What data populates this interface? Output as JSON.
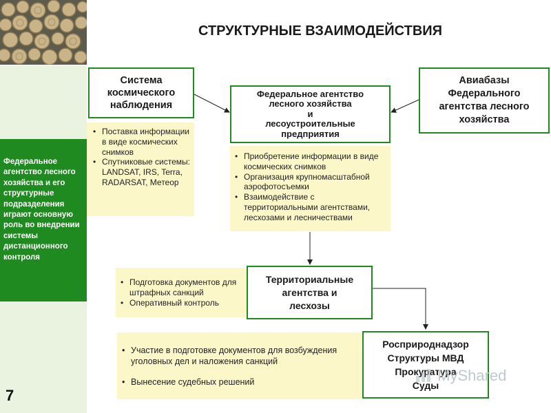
{
  "title": "СТРУКТУРНЫЕ ВЗАИМОДЕЙСТВИЯ",
  "page_number": "7",
  "left_panel": {
    "text": "Федеральное агентство лесного хозяйства и его структурные подразделения играют основную роль во внедрении системы дистанционного контроля"
  },
  "boxes": {
    "space": [
      "Система",
      "космического",
      "наблюдения"
    ],
    "federal": [
      "Федеральное агентство",
      "лесного хозяйства",
      "и",
      "лесоустроительные",
      "предприятия"
    ],
    "avia": [
      "Авиабазы",
      "Федерального",
      "агентства лесного",
      "хозяйства"
    ],
    "territorial": [
      "Территориальные",
      "агентства и",
      "лесхозы"
    ],
    "rosprirod": [
      "Росприроднадзор",
      "Структуры МВД",
      "Прокуратура",
      "Суды"
    ]
  },
  "notes": {
    "space": [
      "Поставка информации в виде космических снимков",
      "Спутниковые системы: LANDSAT, IRS, Terra, RADARSAT, Метеор"
    ],
    "federal": [
      "Приобретение информации в виде космических снимков",
      "Организация крупномасштабной аэрофотосъемки",
      "Взаимодействие с территориальными агентствами, лесхозами и лесничествами"
    ],
    "territorial": [
      "Подготовка документов для штрафных санкций",
      "Оперативный контроль"
    ],
    "rosprirod": [
      "Участие в подготовке документов для возбуждения уголовных дел и наложения санкций",
      "Вынесение судебных решений"
    ]
  },
  "watermark": "MyShared"
}
